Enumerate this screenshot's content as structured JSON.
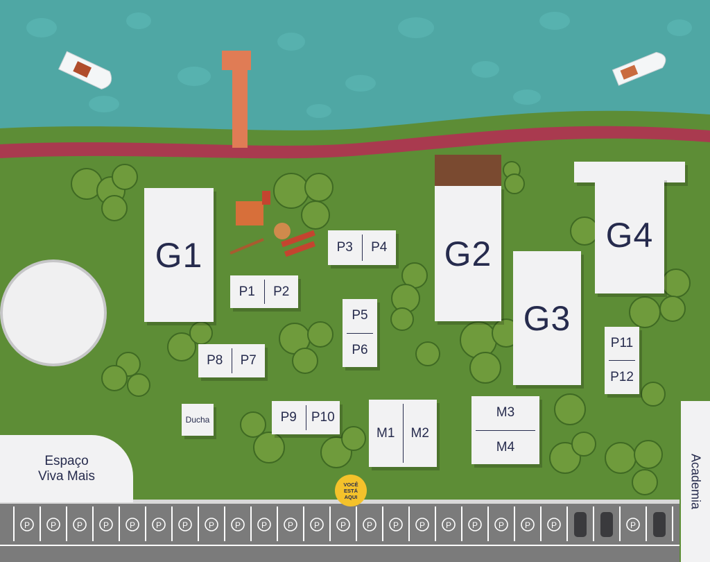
{
  "colors": {
    "water": "#4fa7a4",
    "grass": "#5d8d36",
    "path": "#a93a4f",
    "parking": "#7b7b7b",
    "building": "#f2f2f3",
    "text": "#262b4d",
    "pin": "#f4c22b"
  },
  "buildings": {
    "g1": "G1",
    "g2": "G2",
    "g3": "G3",
    "g4": "G4",
    "p1": "P1",
    "p2": "P2",
    "p3": "P3",
    "p4": "P4",
    "p5": "P5",
    "p6": "P6",
    "p7": "P7",
    "p8": "P8",
    "p9": "P9",
    "p10": "P10",
    "p11": "P11",
    "p12": "P12",
    "m1": "M1",
    "m2": "M2",
    "m3": "M3",
    "m4": "M4",
    "ducha": "Ducha",
    "espaco_line1": "Espaço",
    "espaco_line2": "Viva Mais",
    "academia": "Academia"
  },
  "you_are_here": {
    "line1": "VOCÊ",
    "line2": "ESTÁ",
    "line3": "AQUI"
  },
  "parking": {
    "symbol": "P",
    "spots_with_p": 22,
    "spots_with_car": 3
  }
}
